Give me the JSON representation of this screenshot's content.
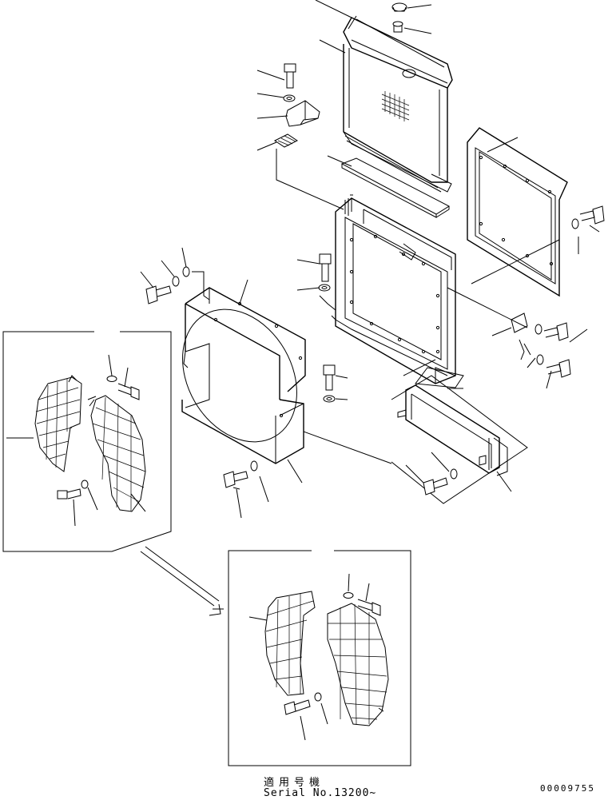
{
  "diagram": {
    "applicability_label": "適用号機",
    "serial_label": "Serial No.13200~",
    "drawing_number": "00009755"
  }
}
